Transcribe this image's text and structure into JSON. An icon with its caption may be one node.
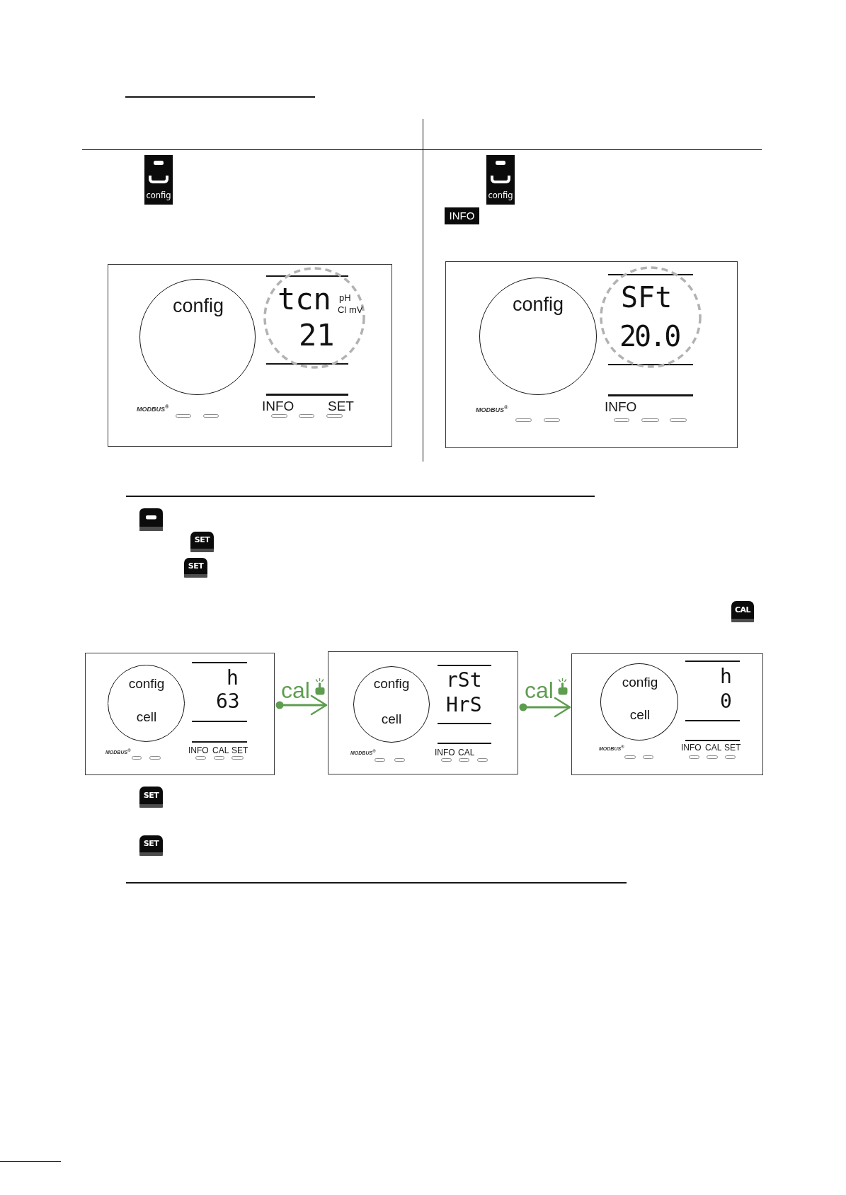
{
  "diagram": {
    "nodes": [
      {
        "text": [
          "MODBUS$^{®}$",
          "INFO",
          "SET"
        ]
      },
      {
        "text": [
          "config"
        ],
        "in": 0
      },
      {
        "text": [
          "tcn",
          "pH",
          "Cl mV",
          "21"
        ],
        "in": 0
      },
      {
        "text": [
          "MODBUS$^{®}$",
          "INFO"
        ]
      },
      {
        "text": [
          "config"
        ],
        "in": 3
      },
      {
        "text": [
          "SFt",
          "20.0"
        ],
        "in": 3
      },
      {
        "text": [
          "h",
          "63",
          "MODBUS$^{®}$",
          "INFO",
          "CAL",
          "SET"
        ]
      },
      {
        "text": [
          "config",
          "cell"
        ],
        "in": 6
      },
      {
        "text": [
          "rSt",
          "HrS",
          "MODBUS$^{®}$",
          "INFO",
          "CAL"
        ]
      },
      {
        "text": [
          "config",
          "cell"
        ],
        "in": 8
      },
      {
        "text": [
          "h",
          "0",
          "MODBUS$^{®}$",
          "INFO",
          "CAL",
          "SET"
        ]
      },
      {
        "text": [
          "config",
          "cell"
        ],
        "in": 10
      }
    ],
    "edges": [
      {
        "from": 6,
        "to": 8,
        "arrow": "to",
        "label": "cal",
        "color": "#5e9d50"
      },
      {
        "from": 8,
        "to": 10,
        "arrow": "to",
        "label": "cal",
        "color": "#5e9d50"
      }
    ],
    "labels": [
      "config",
      "config",
      "INFO",
      "SET",
      "SET",
      "CAL",
      "SET",
      "SET"
    ]
  }
}
